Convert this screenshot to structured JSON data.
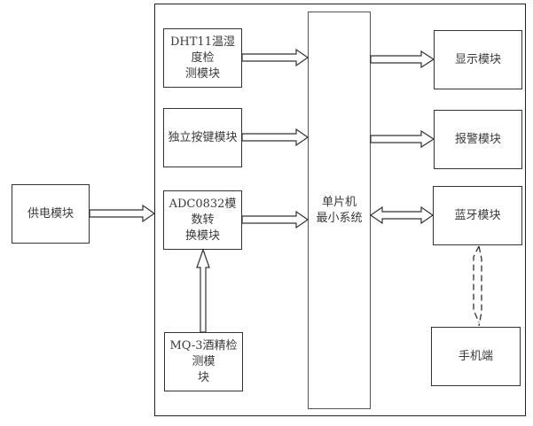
{
  "diagram": {
    "title": "",
    "nodes": {
      "power": {
        "label": "供电模块"
      },
      "dht11": {
        "label": "DHT11温湿度检\n测模块"
      },
      "keys": {
        "label": "独立按键模块"
      },
      "adc": {
        "label": "ADC0832模数转\n换模块"
      },
      "mq3": {
        "label": "MQ-3酒精检测模\n块"
      },
      "mcu": {
        "label": "单片机\n最小系统"
      },
      "display": {
        "label": "显示模块"
      },
      "alarm": {
        "label": "报警模块"
      },
      "bluetooth": {
        "label": "蓝牙模块"
      },
      "phone": {
        "label": "手机端"
      }
    },
    "edges": [
      {
        "from": "power",
        "to": "frame",
        "type": "hollow-arrow"
      },
      {
        "from": "dht11",
        "to": "mcu",
        "type": "hollow-arrow"
      },
      {
        "from": "keys",
        "to": "mcu",
        "type": "hollow-arrow"
      },
      {
        "from": "adc",
        "to": "mcu",
        "type": "hollow-arrow"
      },
      {
        "from": "mq3",
        "to": "adc",
        "type": "hollow-arrow"
      },
      {
        "from": "mcu",
        "to": "display",
        "type": "hollow-arrow"
      },
      {
        "from": "mcu",
        "to": "alarm",
        "type": "hollow-arrow"
      },
      {
        "from": "mcu",
        "to": "bluetooth",
        "type": "bidirectional-hollow-arrow"
      },
      {
        "from": "bluetooth",
        "to": "phone",
        "type": "dashed-bidirectional-wireless"
      }
    ]
  }
}
